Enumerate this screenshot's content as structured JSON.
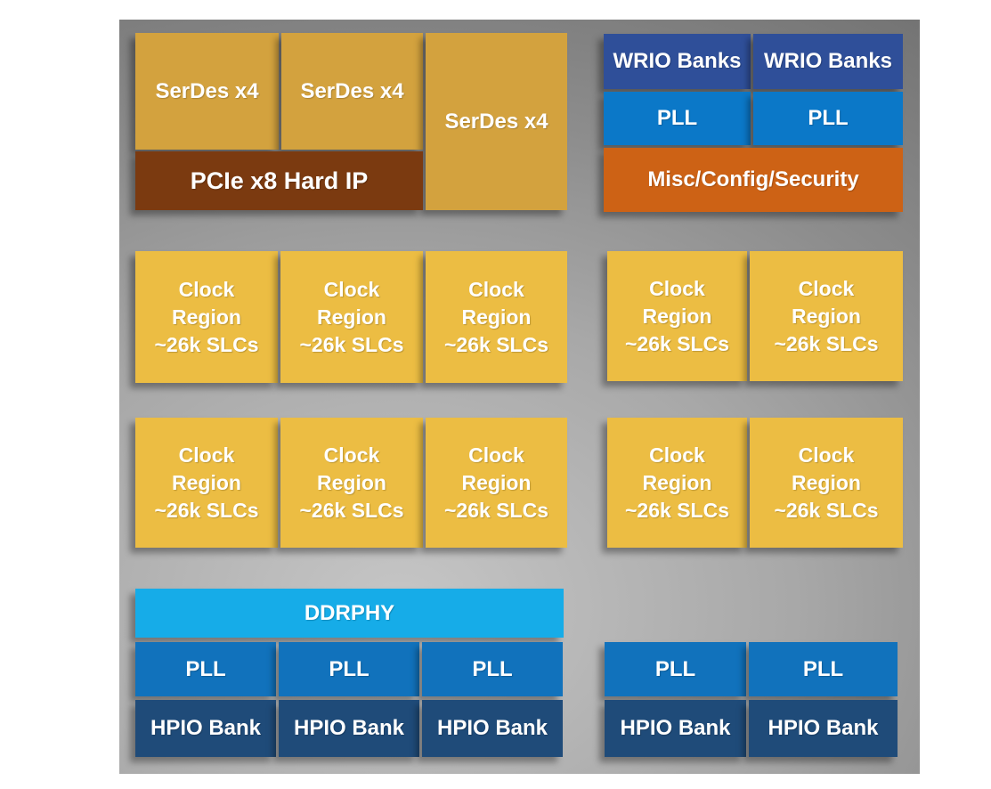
{
  "diagram": {
    "labels": {
      "serdes": "SerDes x4",
      "pcie": "PCIe x8 Hard IP",
      "wrio": "WRIO Banks",
      "pll": "PLL",
      "misc": "Misc/Config/Security",
      "clock_region": "Clock\nRegion\n~26k SLCs",
      "ddrphy": "DDRPHY",
      "hpio": "HPIO Bank"
    },
    "colors": {
      "serdes": "#D3A23E",
      "pcie": "#7B3A10",
      "wrio": "#2F4F99",
      "pll-bright": "#0B78C8",
      "misc": "#CD6215",
      "clock": "#ECBD43",
      "ddrphy": "#16ACE8",
      "pll-mid": "#1172BC",
      "hpio": "#1F4B79",
      "text": "#FFFFFF"
    }
  }
}
